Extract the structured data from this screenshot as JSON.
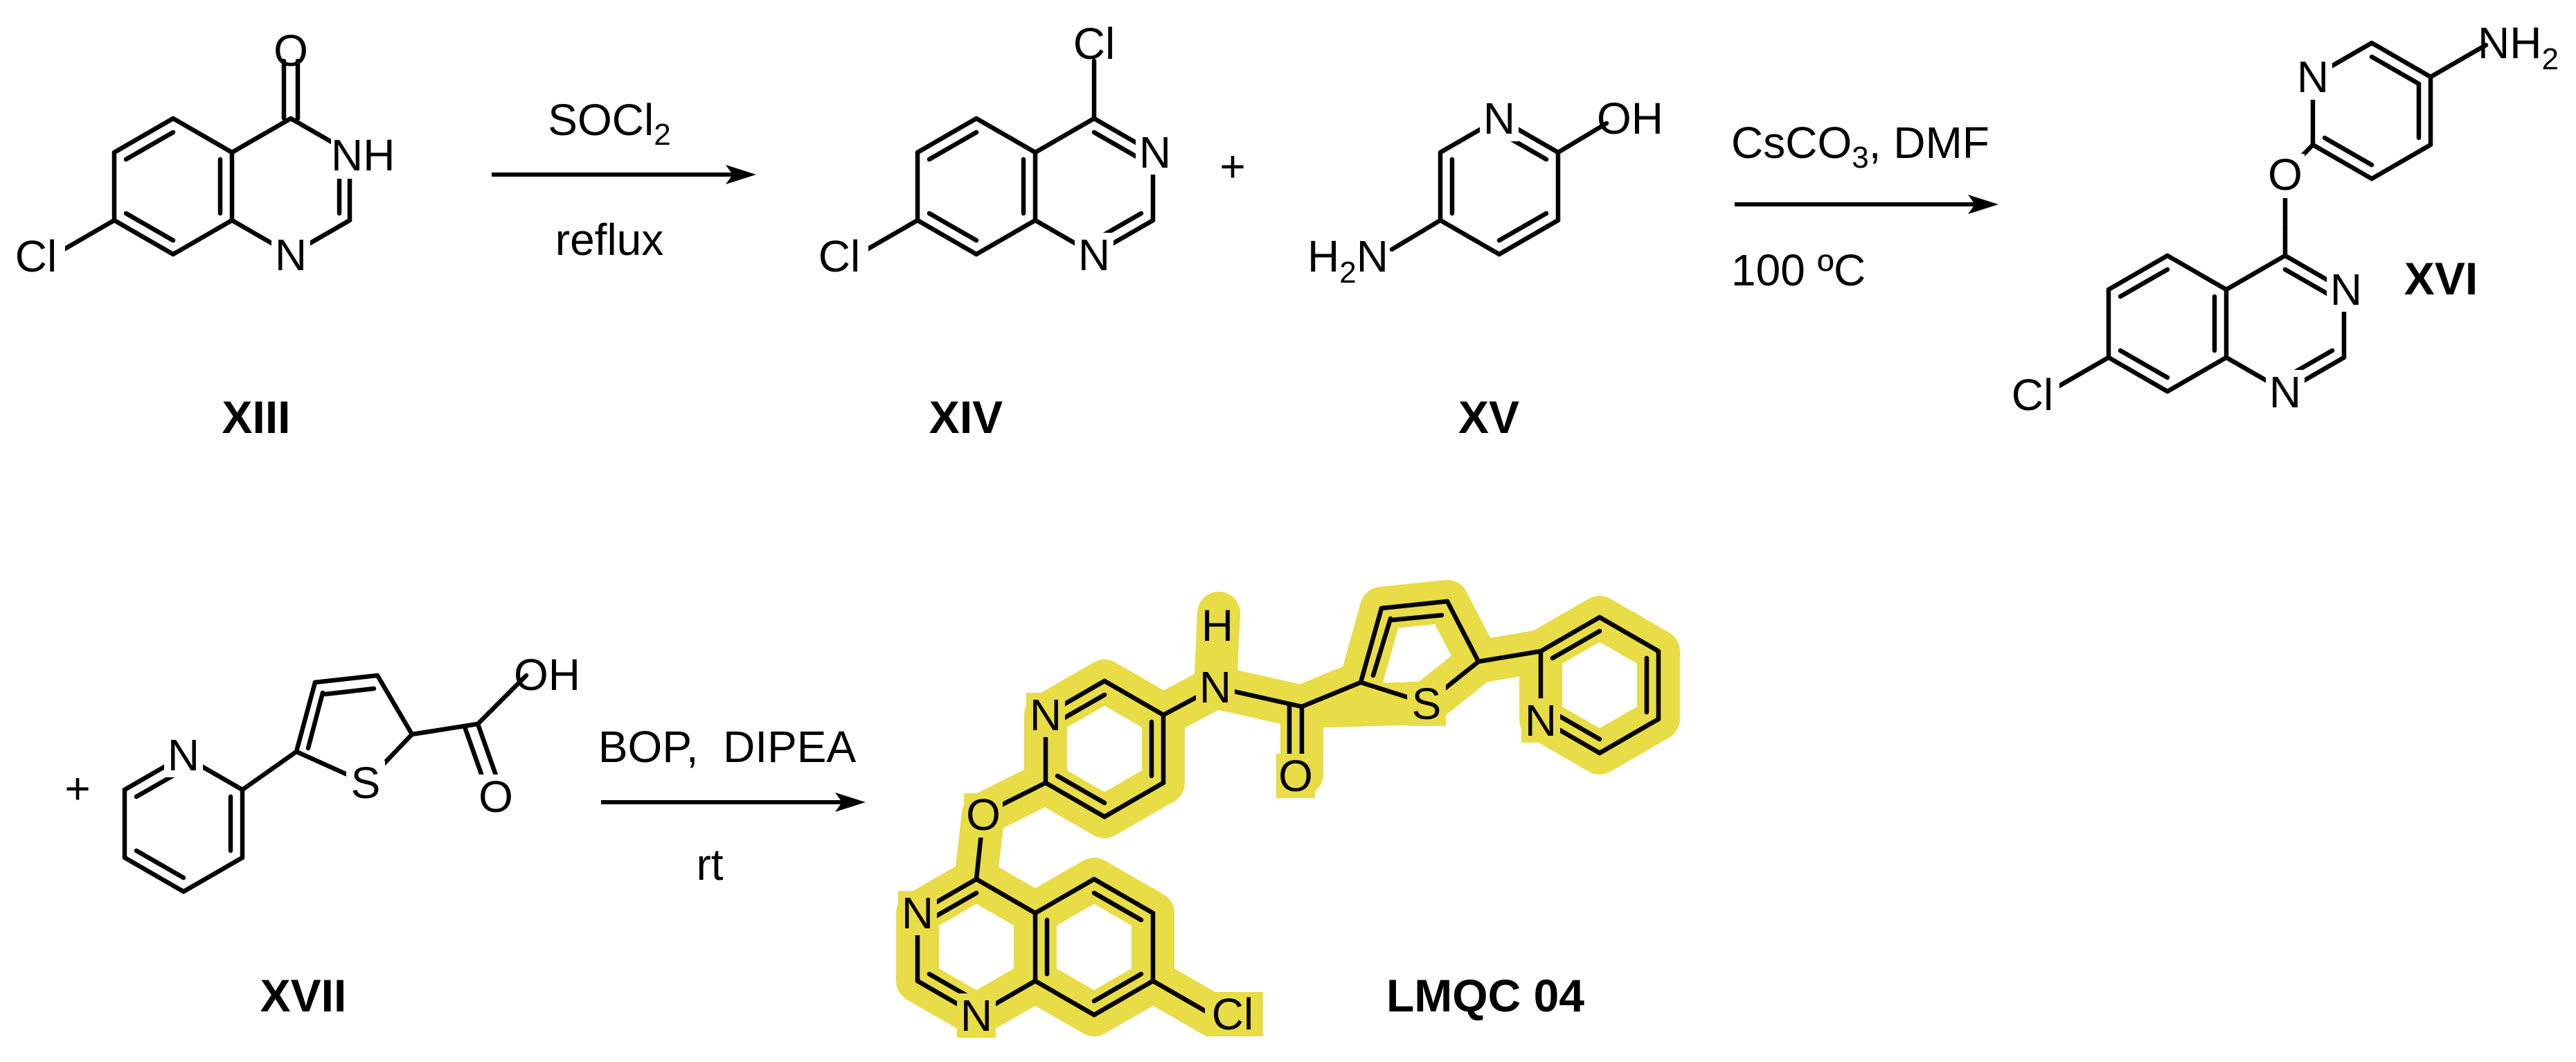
{
  "compounds": {
    "c13": {
      "label": "XIII",
      "atoms": {
        "o": "O",
        "nh": "H",
        "n": "N",
        "n_top": "N",
        "cl": "Cl"
      }
    },
    "c14": {
      "label": "XIV",
      "atoms": {
        "cl_top": "Cl",
        "n1": "N",
        "n2": "N",
        "cl": "Cl"
      }
    },
    "c15": {
      "label": "XV",
      "atoms": {
        "n": "N",
        "oh": "OH",
        "h2n_h": "H",
        "h2n_sub": "2",
        "h2n_n": "N"
      }
    },
    "c16": {
      "label": "XVI",
      "atoms": {
        "n_py": "N",
        "nh2": "NH",
        "nh2_sub": "2",
        "o": "O",
        "n1": "N",
        "n2": "N",
        "cl": "Cl"
      }
    },
    "c17": {
      "label": "XVII",
      "atoms": {
        "n": "N",
        "s": "S",
        "oh": "OH",
        "o": "O"
      }
    },
    "lmqc": {
      "label": "LMQC 04",
      "atoms": {
        "h": "H",
        "n_amide": "N",
        "o_amide": "O",
        "s": "S",
        "n_py2": "N",
        "n_py1": "N",
        "o_ether": "O",
        "n_q1": "N",
        "n_q2": "N",
        "cl": "Cl"
      }
    }
  },
  "plus_signs": [
    "+",
    "+"
  ],
  "reactions": {
    "r1": {
      "reagent_main": "SOCl",
      "reagent_sub": "2",
      "condition": "reflux"
    },
    "r2": {
      "reagent_main": "CsCO",
      "reagent_sub": "3",
      "reagent_tail": ", DMF",
      "condition": "100 ºC"
    },
    "r3": {
      "reagent": "BOP,  DIPEA",
      "condition": "rt"
    }
  },
  "highlight_color": "#e8dc47"
}
